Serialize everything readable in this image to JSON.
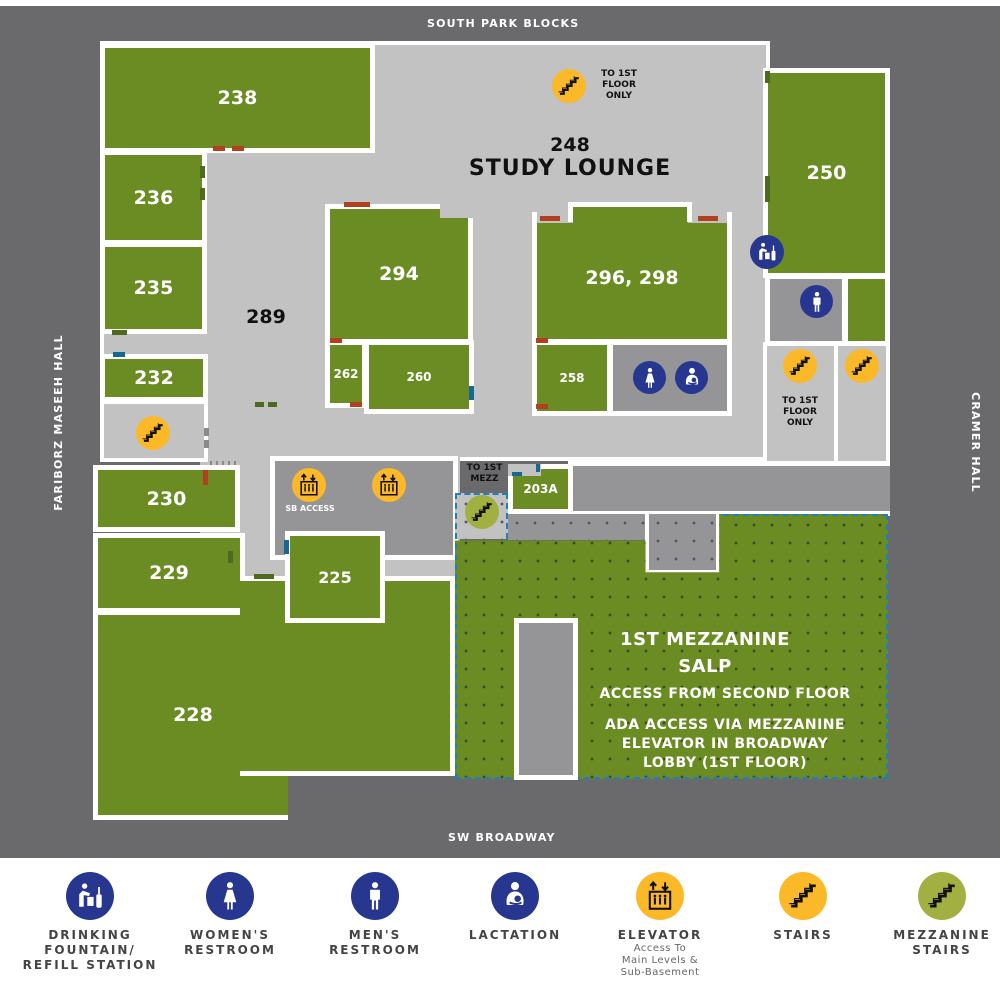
{
  "streets": {
    "north": "SOUTH PARK BLOCKS",
    "south": "SW BROADWAY",
    "west": "FARIBORZ MASEEH HALL",
    "east": "CRAMER HALL"
  },
  "rooms": {
    "r238": "238",
    "r236": "236",
    "r235": "235",
    "r232": "232",
    "r230": "230",
    "r229": "229",
    "r228": "228",
    "r225": "225",
    "r294": "294",
    "r262": "262",
    "r260": "260",
    "r296": "296, 298",
    "r258": "258",
    "r250": "250",
    "r203a": "203A",
    "r289": "289"
  },
  "study_lounge": {
    "number": "248",
    "name": "STUDY LOUNGE"
  },
  "notes": {
    "top_stairs": [
      "TO 1ST",
      "FLOOR",
      "ONLY"
    ],
    "right_stairs": [
      "TO 1ST",
      "FLOOR",
      "ONLY"
    ],
    "mezz_stairs": [
      "TO 1ST",
      "MEZZ"
    ],
    "sb_access": "SB ACCESS"
  },
  "mezzanine": {
    "title": "1ST MEZZANINE",
    "subtitle": "SALP",
    "access": "ACCESS FROM SECOND FLOOR",
    "ada_line1": "ADA ACCESS VIA MEZZANINE",
    "ada_line2": "ELEVATOR IN BROADWAY",
    "ada_line3": "LOBBY (1ST FLOOR)"
  },
  "legend": [
    {
      "icon": "drinking-fountain-icon",
      "label": [
        "DRINKING",
        "FOUNTAIN/",
        "REFILL STATION"
      ],
      "sub": []
    },
    {
      "icon": "womens-restroom-icon",
      "label": [
        "WOMEN'S",
        "RESTROOM"
      ],
      "sub": []
    },
    {
      "icon": "mens-restroom-icon",
      "label": [
        "MEN'S",
        "RESTROOM"
      ],
      "sub": []
    },
    {
      "icon": "lactation-icon",
      "label": [
        "LACTATION"
      ],
      "sub": []
    },
    {
      "icon": "elevator-icon",
      "label": [
        "ELEVATOR"
      ],
      "sub": [
        "Access To",
        "Main Levels &",
        "Sub-Basement"
      ]
    },
    {
      "icon": "stairs-icon",
      "label": [
        "STAIRS"
      ],
      "sub": []
    },
    {
      "icon": "mezzanine-stairs-icon",
      "label": [
        "MEZZANINE",
        "STAIRS"
      ],
      "sub": []
    }
  ],
  "colors": {
    "room_green": "#6b8c22",
    "corridor_grey": "#c2c2c2",
    "service_grey": "#959597",
    "street_grey": "#6a6a6d",
    "amenity_blue": "#27378f",
    "stairs_yellow": "#fbb829",
    "mezz_stairs_olive": "#a2b042",
    "mezz_border_blue": "#1f7fc0",
    "door_red": "#b0401f"
  }
}
